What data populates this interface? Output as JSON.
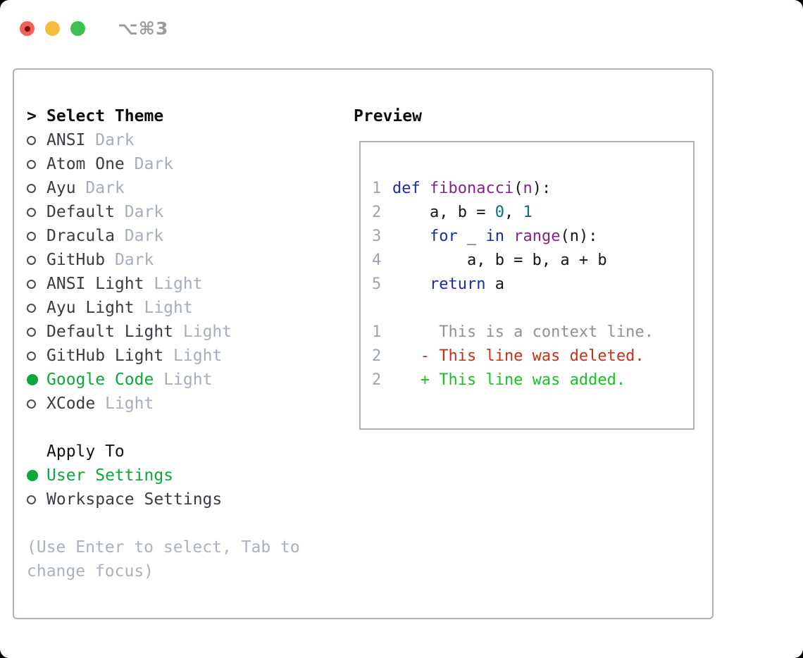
{
  "window": {
    "title": "⌥⌘3",
    "traffic_lights": [
      {
        "name": "close",
        "color": "#f1615a"
      },
      {
        "name": "minimize",
        "color": "#f6bc3e"
      },
      {
        "name": "maximize",
        "color": "#3ec24e"
      }
    ]
  },
  "theme_panel": {
    "header": {
      "cursor": ">",
      "label": "Select Theme"
    },
    "items": [
      {
        "name": "ANSI",
        "variant": "Dark",
        "selected": false
      },
      {
        "name": "Atom One",
        "variant": "Dark",
        "selected": false
      },
      {
        "name": "Ayu",
        "variant": "Dark",
        "selected": false
      },
      {
        "name": "Default",
        "variant": "Dark",
        "selected": false
      },
      {
        "name": "Dracula",
        "variant": "Dark",
        "selected": false
      },
      {
        "name": "GitHub",
        "variant": "Dark",
        "selected": false
      },
      {
        "name": "ANSI Light",
        "variant": "Light",
        "selected": false
      },
      {
        "name": "Ayu Light",
        "variant": "Light",
        "selected": false
      },
      {
        "name": "Default Light",
        "variant": "Light",
        "selected": false
      },
      {
        "name": "GitHub Light",
        "variant": "Light",
        "selected": false
      },
      {
        "name": "Google Code",
        "variant": "Light",
        "selected": true
      },
      {
        "name": "XCode",
        "variant": "Light",
        "selected": false
      }
    ],
    "apply_to": {
      "label": "Apply To",
      "options": [
        {
          "label": "User Settings",
          "selected": true
        },
        {
          "label": "Workspace Settings",
          "selected": false
        }
      ]
    },
    "help_text": "(Use Enter to select, Tab to change focus)"
  },
  "preview": {
    "label": "Preview",
    "code_lines": [
      {
        "num": "1",
        "tokens": [
          {
            "c": "kwd",
            "t": "def"
          },
          {
            "c": "pln",
            "t": " "
          },
          {
            "c": "typ",
            "t": "fibonacci"
          },
          {
            "c": "pln",
            "t": "("
          },
          {
            "c": "typ",
            "t": "n"
          },
          {
            "c": "pln",
            "t": "):"
          }
        ]
      },
      {
        "num": "2",
        "tokens": [
          {
            "c": "pln",
            "t": "    a, b = "
          },
          {
            "c": "lit",
            "t": "0"
          },
          {
            "c": "pln",
            "t": ", "
          },
          {
            "c": "lit",
            "t": "1"
          }
        ]
      },
      {
        "num": "3",
        "tokens": [
          {
            "c": "pln",
            "t": "    "
          },
          {
            "c": "kwd",
            "t": "for"
          },
          {
            "c": "pln",
            "t": " _ "
          },
          {
            "c": "kwd",
            "t": "in"
          },
          {
            "c": "pln",
            "t": " "
          },
          {
            "c": "typ",
            "t": "range"
          },
          {
            "c": "pln",
            "t": "(n):"
          }
        ]
      },
      {
        "num": "4",
        "tokens": [
          {
            "c": "pln",
            "t": "        a, b = b, a + b"
          }
        ]
      },
      {
        "num": "5",
        "tokens": [
          {
            "c": "pln",
            "t": "    "
          },
          {
            "c": "kwd",
            "t": "return"
          },
          {
            "c": "pln",
            "t": " a"
          }
        ]
      }
    ],
    "diff_lines": [
      {
        "num": "1",
        "tokens": [
          {
            "c": "ctx",
            "t": "     This is a context line."
          }
        ]
      },
      {
        "num": "2",
        "tokens": [
          {
            "c": "del",
            "t": "   - This line was deleted."
          }
        ]
      },
      {
        "num": "2",
        "tokens": [
          {
            "c": "add",
            "t": "   + This line was added."
          }
        ]
      }
    ]
  },
  "colors": {
    "accent": "#0aa73c",
    "border": "#a9b1bc",
    "text": "#383d44",
    "muted": "#a4aebc",
    "help": "#a9b2be",
    "num": "#9aa4b2",
    "kwd": "#1b2aa8",
    "typ": "#88218f",
    "lit": "#0d6e6e",
    "pln": "#141619",
    "ctx": "#8e9298",
    "del": "#c43018",
    "add": "#16c324"
  }
}
